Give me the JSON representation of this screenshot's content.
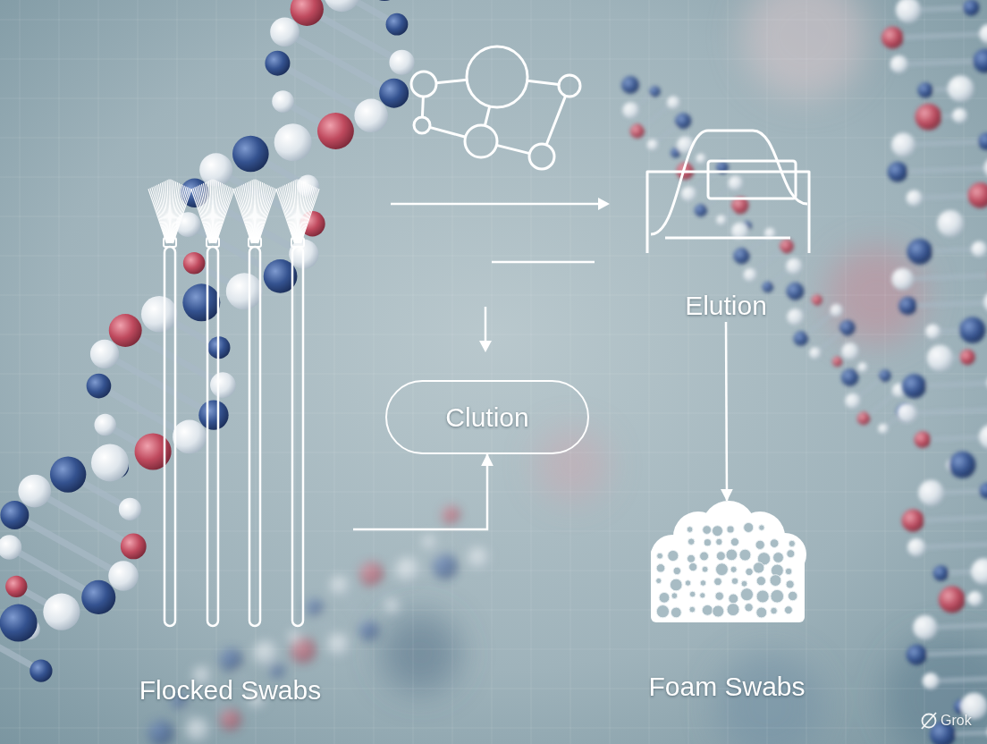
{
  "diagram": {
    "nodes": [
      {
        "text": [
          "Flocked Swabs"
        ]
      },
      {
        "text": [
          "Clution"
        ]
      },
      {
        "text": [
          "Elution"
        ]
      },
      {
        "text": [
          "Foam Swabs"
        ]
      }
    ],
    "edges": [
      {
        "from": 0,
        "to": 1,
        "arrow": "to"
      },
      {
        "from": 2,
        "to": 3,
        "arrow": "to"
      }
    ],
    "labels": [
      "Grok"
    ]
  }
}
